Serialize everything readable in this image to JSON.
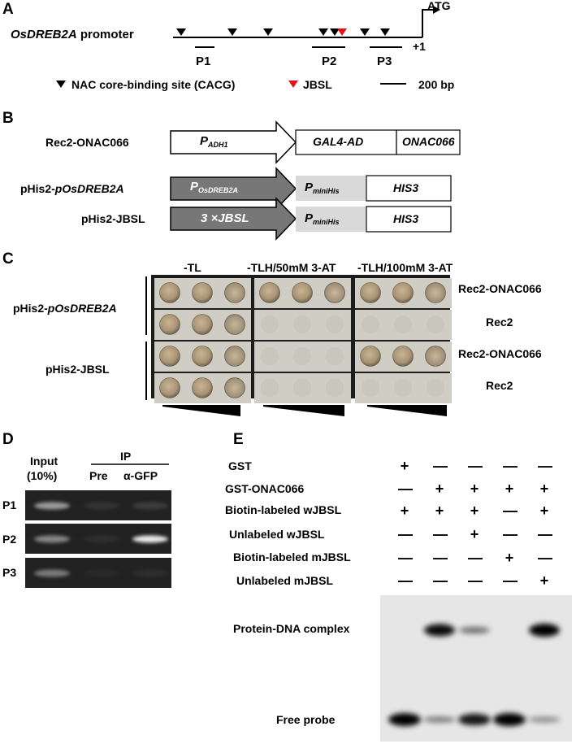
{
  "panel_labels": {
    "a": "A",
    "b": "B",
    "c": "C",
    "d": "D",
    "e": "E"
  },
  "panel_a": {
    "promoter_name": "OsDREB2A",
    "promoter_word": "promoter",
    "atg": "ATG",
    "tss": "+1",
    "primers": [
      "P1",
      "P2",
      "P3"
    ],
    "legend_nac": "NAC core-binding site (CACG)",
    "legend_jbsl": "JBSL",
    "scale": "200 bp",
    "colors": {
      "nac_site": "#000000",
      "jbsl_site": "#e8121a"
    }
  },
  "panel_b": {
    "constructs": [
      {
        "name": "Rec2-ONAC066",
        "name_main": "Rec2-ONAC066",
        "name_it": "",
        "promoter_main": "P",
        "promoter_sub": "ADH1",
        "box1": "GAL4-AD",
        "box2": "ONAC066"
      },
      {
        "name_main": "pHis2-",
        "name_it": "pOsDREB2A",
        "promoter_main": "P",
        "promoter_sub": "OsDREB2A",
        "box1_main": "P",
        "box1_sub": "miniHis",
        "box2": "HIS3"
      },
      {
        "name_main": "pHis2-JBSL",
        "promoter_text": "3 ×JBSL",
        "box1_main": "P",
        "box1_sub": "miniHis",
        "box2": "HIS3"
      }
    ],
    "colors": {
      "arrow_white": "#ffffff",
      "arrow_gray": "#777777",
      "gray_box": "#d9d9d9"
    }
  },
  "panel_c": {
    "media": [
      "-TL",
      "-TLH/50mM 3-AT",
      "-TLH/100mM 3-AT"
    ],
    "bait_groups": [
      {
        "name_main": "pHis2-",
        "name_it": "pOsDREB2A"
      },
      {
        "name_main": "pHis2-JBSL",
        "name_it": ""
      }
    ],
    "prey_labels": [
      "Rec2-ONAC066",
      "Rec2",
      "Rec2-ONAC066",
      "Rec2"
    ],
    "growth": [
      [
        3,
        3,
        3,
        3,
        3,
        3,
        3,
        3,
        3
      ],
      [
        3,
        3,
        3,
        0,
        0,
        0,
        0,
        0,
        0
      ],
      [
        3,
        3,
        3,
        0,
        0,
        0,
        3,
        3,
        3
      ],
      [
        3,
        3,
        3,
        0,
        0,
        0,
        0,
        0,
        0
      ]
    ]
  },
  "panel_d": {
    "input_label_line1": "Input",
    "input_label_line2": "(10%)",
    "ip_label": "IP",
    "pre_label": "Pre",
    "gfp_label": "α-GFP",
    "rows": [
      "P1",
      "P2",
      "P3"
    ],
    "band_intensity": [
      [
        0.55,
        0.08,
        0.12
      ],
      [
        0.45,
        0.05,
        0.9
      ],
      [
        0.4,
        0.03,
        0.05
      ]
    ]
  },
  "panel_e": {
    "conditions": [
      {
        "label": "GST",
        "marks": [
          "+",
          "—",
          "—",
          "—",
          "—"
        ]
      },
      {
        "label": "GST-ONAC066",
        "marks": [
          "—",
          "+",
          "+",
          "+",
          "+"
        ]
      },
      {
        "label": "Biotin-labeled wJBSL",
        "marks": [
          "+",
          "+",
          "+",
          "—",
          "+"
        ]
      },
      {
        "label": "Unlabeled wJBSL",
        "marks": [
          "—",
          "—",
          "+",
          "—",
          "—"
        ]
      },
      {
        "label": "Biotin-labeled mJBSL",
        "marks": [
          "—",
          "—",
          "—",
          "+",
          "—"
        ]
      },
      {
        "label": "Unlabeled mJBSL",
        "marks": [
          "—",
          "—",
          "—",
          "—",
          "+"
        ]
      }
    ],
    "complex_label": "Protein-DNA complex",
    "free_probe_label": "Free probe",
    "complex_intensity": [
      0,
      0.95,
      0.5,
      0,
      1.0
    ],
    "free_probe_intensity": [
      1.0,
      0.45,
      0.9,
      1.0,
      0.35
    ]
  }
}
